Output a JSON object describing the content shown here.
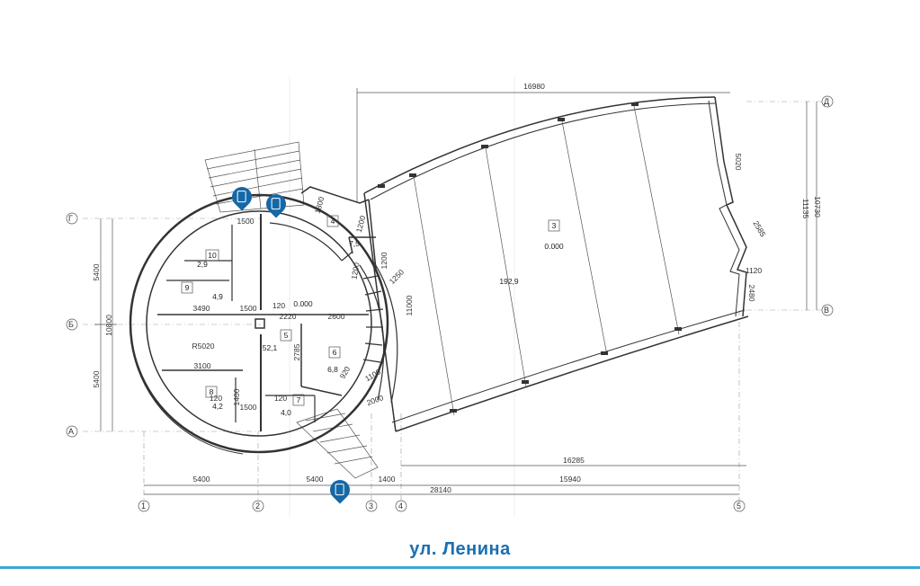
{
  "street": "ул.  Ленина",
  "axes": {
    "left": [
      "Г",
      "Б",
      "А"
    ],
    "right": [
      "Д",
      "В"
    ],
    "bottom": [
      "1",
      "2",
      "3",
      "4",
      "5"
    ]
  },
  "dimensions": {
    "top_total": "16980",
    "left_outer": "10800",
    "left_upper": "5400",
    "left_lower": "5400",
    "right_outer": "10730",
    "right_inner": "11135",
    "right_top": "5020",
    "right_mid": "2585",
    "right_small": "1120",
    "right_bottom": "2480",
    "bottom_1_2": "5400",
    "bottom_2_3": "5400",
    "bottom_3_4": "1400",
    "bottom_total": "28140",
    "bottom_4_5": "15940",
    "upper_4_5": "16285",
    "d1500_top": "1500",
    "d1800": "1800",
    "d1200_a": "1200",
    "d1200_b": "1200",
    "d1200_c": "1200",
    "d1250": "1250",
    "d11000": "11000",
    "d3490": "3490",
    "d1500_mid": "1500",
    "d2220": "2220",
    "d2600": "2600",
    "d120_a": "120",
    "r5020": "R5020",
    "d3100": "3100",
    "d2785": "2785",
    "d1100": "1100",
    "d920": "920",
    "d2000": "2000",
    "d120_b": "120",
    "d1400_v": "1400",
    "d1500_low": "1500",
    "d120_c": "120"
  },
  "rooms": {
    "r3": "3",
    "r3_level": "0.000",
    "r3_area": "192,9",
    "r4": "4",
    "r4_area": "7,5",
    "r5": "5",
    "r5_level": "0.000",
    "r5_area": "52,1",
    "r6": "6",
    "r6_area": "6,8",
    "r7": "7",
    "r7_area": "4,0",
    "r8": "8",
    "r8_area": "4,2",
    "r9": "9",
    "r9_area": "4,9",
    "r10": "10",
    "r10_area": "2,9"
  },
  "colors": {
    "accent": "#1568a6",
    "line": "#3aa7d6"
  }
}
